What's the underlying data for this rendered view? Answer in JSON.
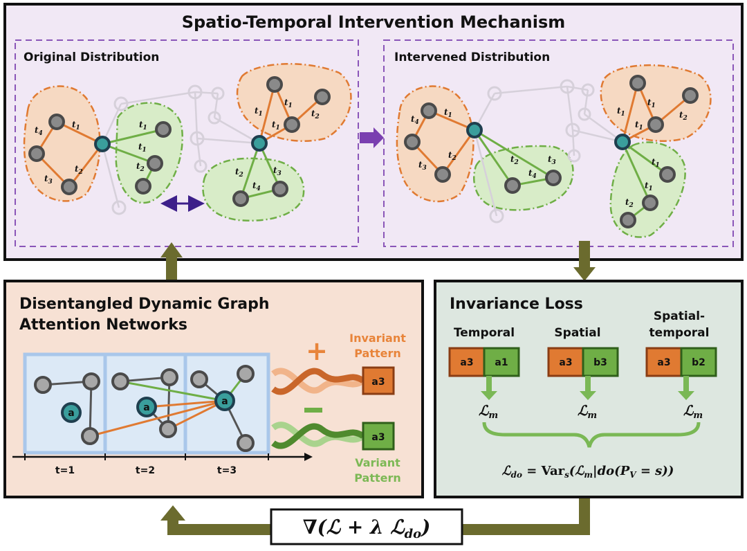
{
  "colors": {
    "orange": "#e07a32",
    "orange_fill": "#f6d9c2",
    "green": "#6fae46",
    "green_fill": "#d8ecc8",
    "teal": "#3a9e9c",
    "purple": "#6a3ea1",
    "olive": "#6b6b2e",
    "top_bg": "#f1e8f5",
    "left_bg": "#f7e1d4",
    "right_bg": "#dde7e0",
    "frame_blue": "#a9c7ea"
  },
  "top_panel": {
    "title": "Spatio-Temporal Intervention Mechanism",
    "original_label": "Original Distribution",
    "intervened_label": "Intervened Distribution",
    "time_labels": {
      "t1": "t",
      "sub1": "1",
      "sub2": "2",
      "sub3": "3",
      "sub4": "4"
    }
  },
  "left_panel": {
    "title_line1": "Disentangled Dynamic Graph",
    "title_line2": "Attention Networks",
    "node_label": "a",
    "timesteps": [
      "t=1",
      "t=2",
      "t=3"
    ],
    "plus_sign": "+",
    "minus_sign": "−",
    "invariant_line1": "Invariant",
    "invariant_line2": "Pattern",
    "variant_line1": "Variant",
    "variant_line2": "Pattern",
    "invariant_box": "a3",
    "variant_box": "a3"
  },
  "right_panel": {
    "title": "Invariance Loss",
    "columns": [
      {
        "label_line1": "Temporal",
        "label_line2": "",
        "left": "a3",
        "right": "a1"
      },
      {
        "label_line1": "Spatial",
        "label_line2": "",
        "left": "a3",
        "right": "b3"
      },
      {
        "label_line1": "Spatial-",
        "label_line2": "temporal",
        "left": "a3",
        "right": "b2"
      }
    ],
    "loss_symbol": "ℒ",
    "loss_sub": "m",
    "formula": "ℒdo = Vars(ℒm|do(PV = s))",
    "formula_parts": {
      "lhs": "ℒ",
      "lhs_sub": "do",
      "eq": " = Var",
      "var_sub": "s",
      "open": "(ℒ",
      "m_sub": "m",
      "mid": "|do(P",
      "p_sub": "V",
      "tail": " = s))"
    }
  },
  "gradient_box": {
    "nabla": "∇",
    "open": "(ℒ + λ ℒ",
    "sub": "do",
    "close": ")"
  }
}
